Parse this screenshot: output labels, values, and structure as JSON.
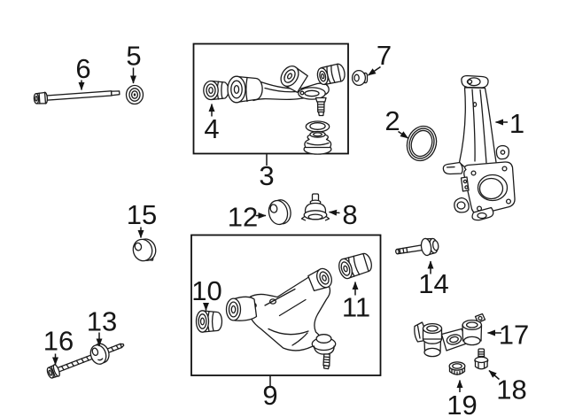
{
  "colors": {
    "background": "#ffffff",
    "line_art": "#1b1b1b",
    "label_text": "#161616"
  },
  "callouts": [
    {
      "number": "1"
    },
    {
      "number": "2"
    },
    {
      "number": "3"
    },
    {
      "number": "4"
    },
    {
      "number": "5"
    },
    {
      "number": "6"
    },
    {
      "number": "7"
    },
    {
      "number": "8"
    },
    {
      "number": "9"
    },
    {
      "number": "10"
    },
    {
      "number": "11"
    },
    {
      "number": "12"
    },
    {
      "number": "13"
    },
    {
      "number": "14"
    },
    {
      "number": "15"
    },
    {
      "number": "16"
    },
    {
      "number": "17"
    },
    {
      "number": "18"
    },
    {
      "number": "19"
    }
  ]
}
